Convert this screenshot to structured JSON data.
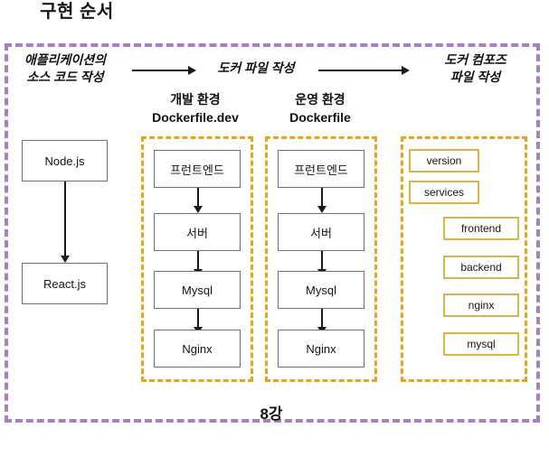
{
  "diagram": {
    "title": "구현 순서",
    "footer_label": "8강",
    "colors": {
      "outer_frame": "#a97fc4",
      "group_dashed": "#e8a317",
      "compose_box_border": "#dbb34a",
      "node_box_border": "#6f6f6f",
      "arrow": "#1a1a1a",
      "text": "#111111",
      "background": "#ffffff"
    }
  },
  "flow": {
    "steps": [
      {
        "id": "step-source-code",
        "line1": "애플리케이션의",
        "line2": "소스 코드 작성"
      },
      {
        "id": "step-dockerfile",
        "line1": "도커 파일 작성",
        "line2": ""
      },
      {
        "id": "step-docker-compose",
        "line1": "도커 컴포즈",
        "line2": "파일 작성"
      }
    ],
    "arrows": [
      {
        "id": "flow-arrow-1",
        "from": "step-source-code",
        "to": "step-dockerfile",
        "direction": "right"
      },
      {
        "id": "flow-arrow-2",
        "from": "step-dockerfile",
        "to": "step-docker-compose",
        "direction": "right"
      }
    ]
  },
  "columns": {
    "source": {
      "nodes": [
        {
          "label": "Node.js"
        },
        {
          "label": "React.js"
        }
      ],
      "arrow": {
        "from": "Node.js",
        "to": "React.js",
        "direction": "down"
      }
    },
    "dev": {
      "caption_line1": "개발 환경",
      "caption_line2": "Dockerfile.dev",
      "nodes": [
        {
          "label": "프런트엔드"
        },
        {
          "label": "서버"
        },
        {
          "label": "Mysql"
        },
        {
          "label": "Nginx"
        }
      ]
    },
    "prod": {
      "caption_line1": "운영 환경",
      "caption_line2": "Dockerfile",
      "nodes": [
        {
          "label": "프런트엔드"
        },
        {
          "label": "서버"
        },
        {
          "label": "Mysql"
        },
        {
          "label": "Nginx"
        }
      ]
    },
    "compose": {
      "caption_line1": "",
      "caption_line2": "",
      "entries": [
        {
          "label": "version",
          "indent": "none"
        },
        {
          "label": "services",
          "indent": "none"
        },
        {
          "label": "frontend",
          "indent": "one"
        },
        {
          "label": "backend",
          "indent": "one"
        },
        {
          "label": "nginx",
          "indent": "one"
        },
        {
          "label": "mysql",
          "indent": "one"
        }
      ]
    }
  }
}
